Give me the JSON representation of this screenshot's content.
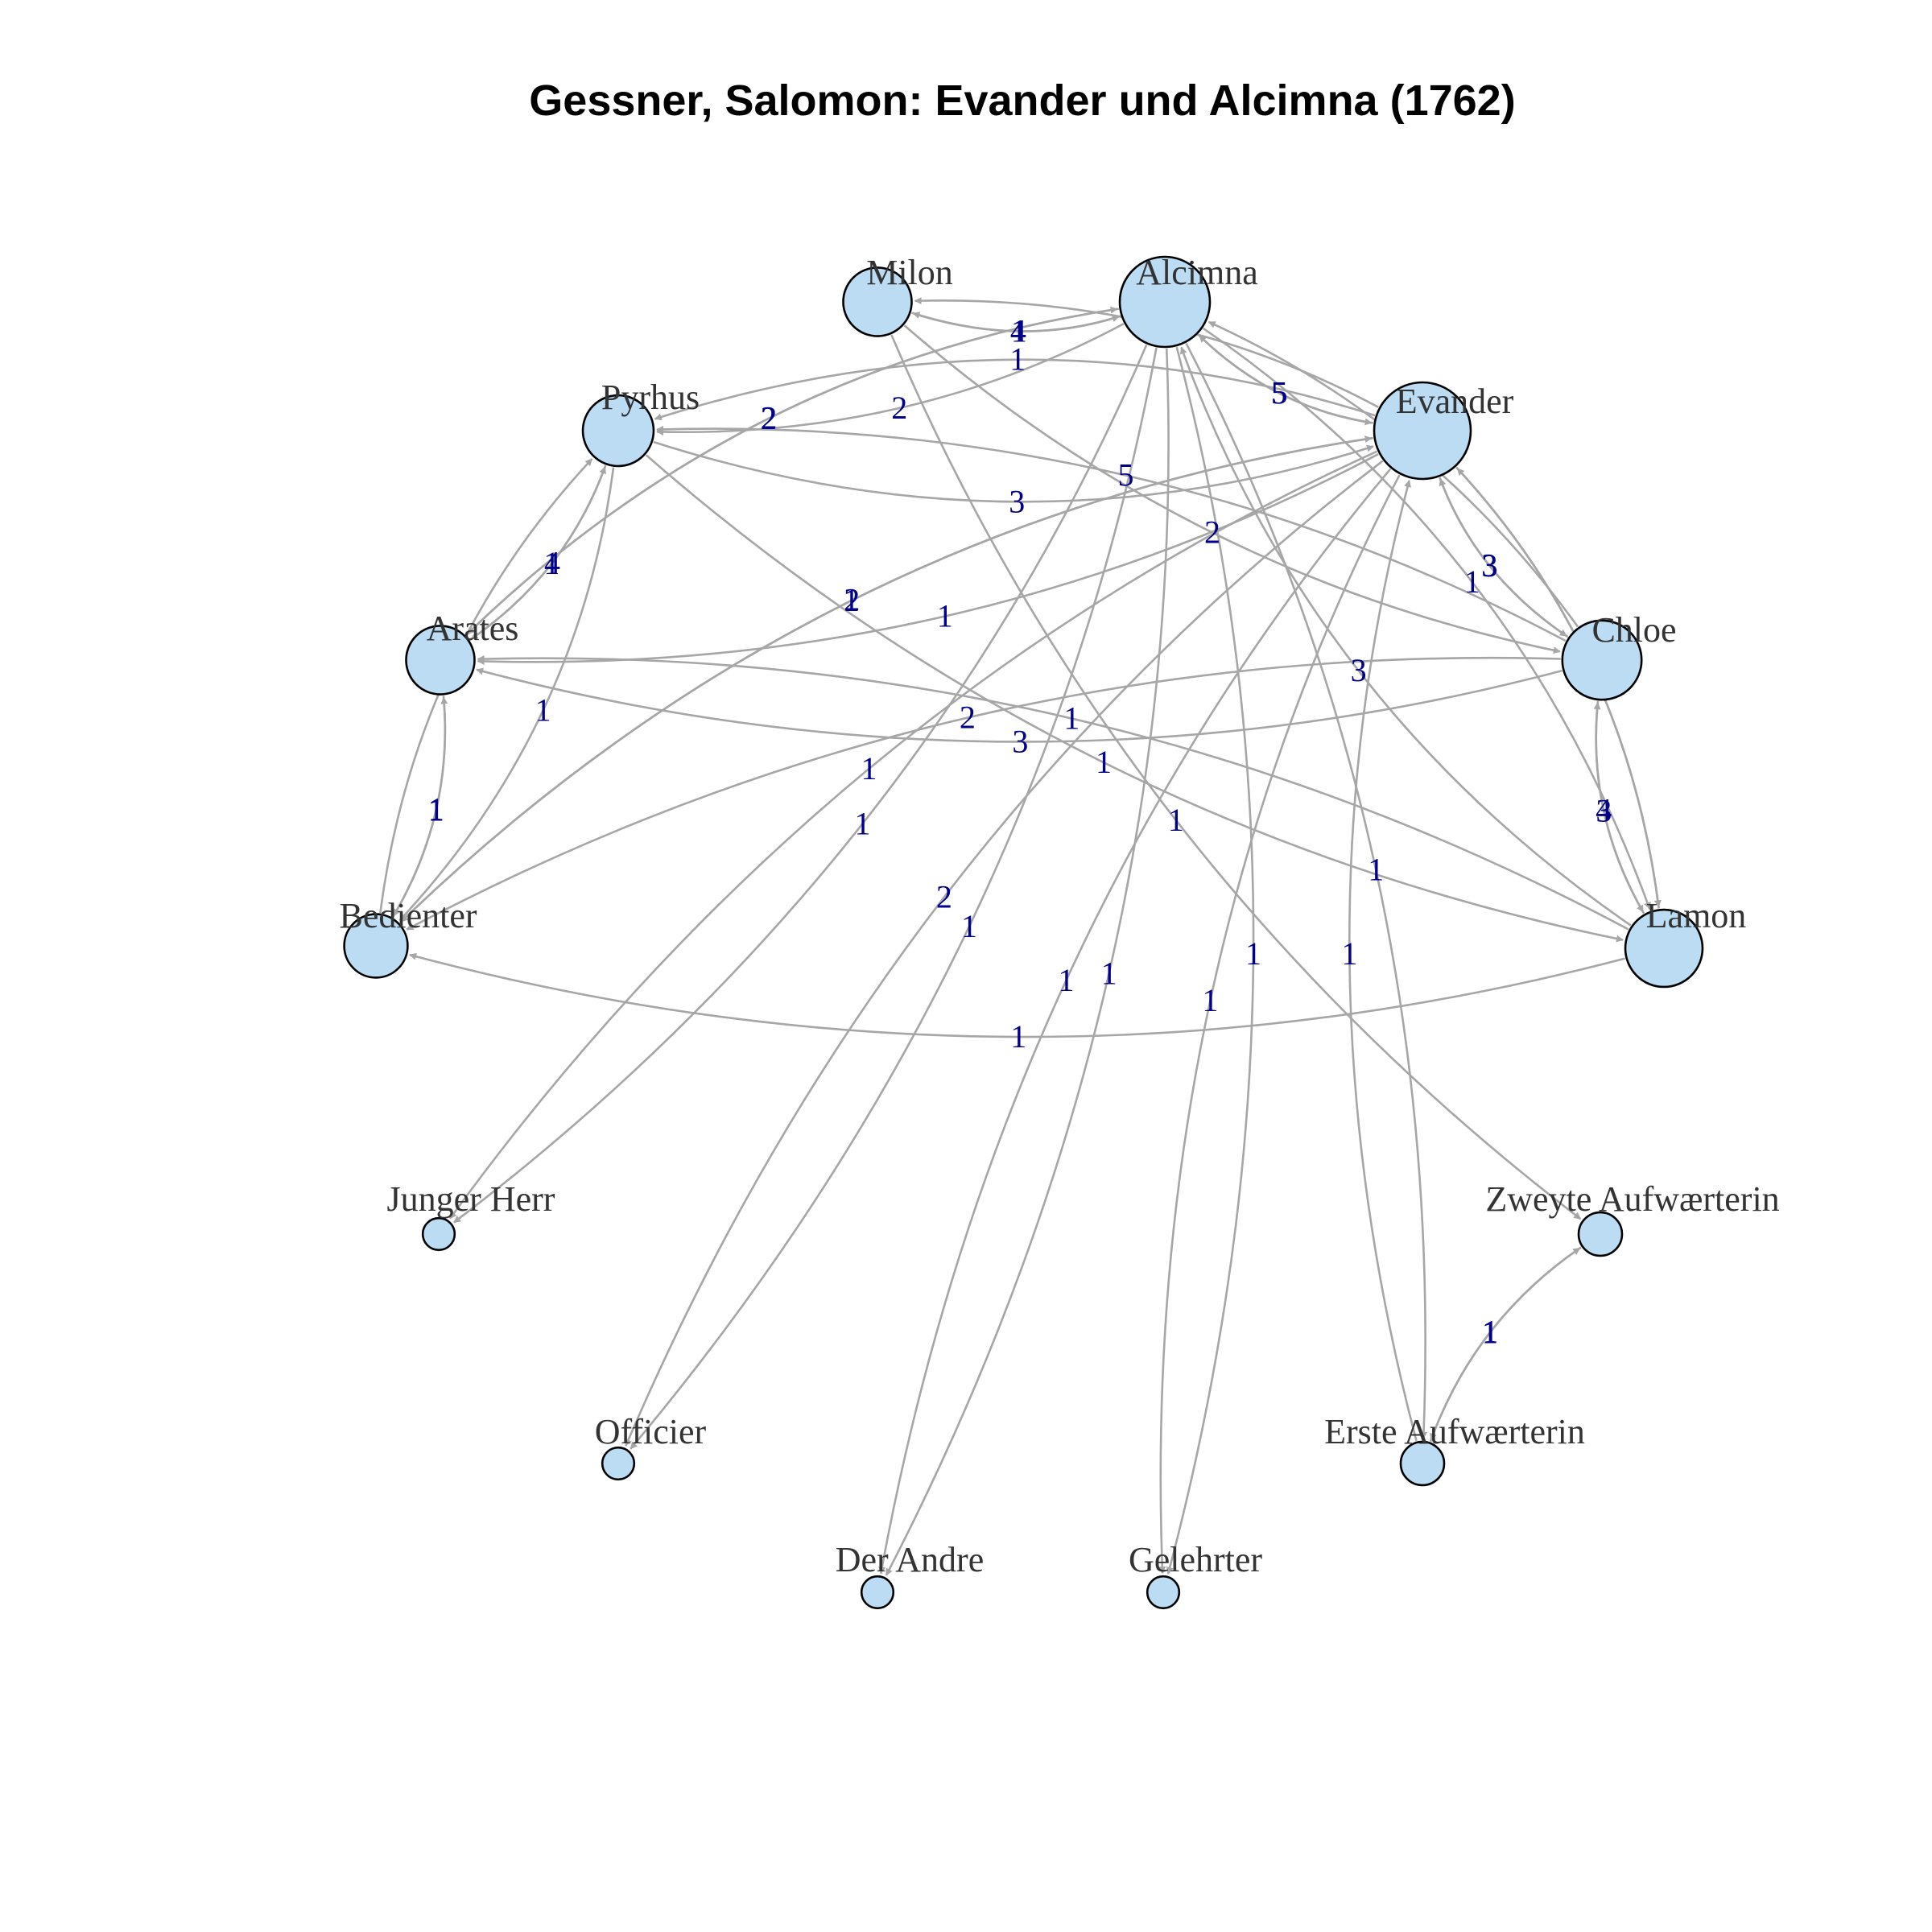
{
  "title": "Gessner, Salomon: Evander und Alcimna (1762)",
  "colors": {
    "node_fill": "#bcdcf4",
    "node_stroke": "#000000",
    "edge": "#a6a6a6",
    "edge_label": "#00008b",
    "node_label": "#333333",
    "title": "#000000"
  },
  "nodes": [
    {
      "id": "Milon",
      "label": "Milon",
      "degree": 11
    },
    {
      "id": "Alcimna",
      "label": "Alcimna",
      "degree": 22
    },
    {
      "id": "Evander",
      "label": "Evander",
      "degree": 26
    },
    {
      "id": "Pyrhus",
      "label": "Pyrhus",
      "degree": 12
    },
    {
      "id": "Arates",
      "label": "Arates",
      "degree": 11
    },
    {
      "id": "Chloe",
      "label": "Chloe",
      "degree": 16
    },
    {
      "id": "Bedienter",
      "label": "Bedienter",
      "degree": 9
    },
    {
      "id": "Lamon",
      "label": "Lamon",
      "degree": 15
    },
    {
      "id": "JungerHerr",
      "label": "Junger Herr",
      "degree": 1
    },
    {
      "id": "ZweyteAufwaerterin",
      "label": "Zweyte Aufwærterin",
      "degree": 3
    },
    {
      "id": "Officier",
      "label": "Officier",
      "degree": 1
    },
    {
      "id": "ErsteAufwaerterin",
      "label": "Erste Aufwærterin",
      "degree": 3
    },
    {
      "id": "DerAndre",
      "label": "Der Andre",
      "degree": 1
    },
    {
      "id": "Gelehrter",
      "label": "Gelehrter",
      "degree": 1
    }
  ],
  "edges": [
    {
      "from": "Milon",
      "to": "Alcimna",
      "weight": "4"
    },
    {
      "from": "Alcimna",
      "to": "Milon",
      "weight": "1"
    },
    {
      "from": "Evander",
      "to": "Milon",
      "weight": "4"
    },
    {
      "from": "Alcimna",
      "to": "Pyrhus",
      "weight": "2"
    },
    {
      "from": "Alcimna",
      "to": "Evander",
      "weight": "5"
    },
    {
      "from": "Evander",
      "to": "Alcimna",
      "weight": "5"
    },
    {
      "from": "Chloe",
      "to": "Alcimna",
      "weight": "5"
    },
    {
      "from": "Lamon",
      "to": "Alcimna",
      "weight": "3"
    },
    {
      "from": "Pyrhus",
      "to": "Evander",
      "weight": "3"
    },
    {
      "from": "Arates",
      "to": "Alcimna",
      "weight": "2"
    },
    {
      "from": "Evander",
      "to": "Pyrhus",
      "weight": "1"
    },
    {
      "from": "Pyrhus",
      "to": "Arates",
      "weight": "4"
    },
    {
      "from": "Arates",
      "to": "Pyrhus",
      "weight": "1"
    },
    {
      "from": "Bedienter",
      "to": "Pyrhus",
      "weight": "4"
    },
    {
      "from": "Chloe",
      "to": "Pyrhus",
      "weight": "5"
    },
    {
      "from": "Evander",
      "to": "Arates",
      "weight": "1"
    },
    {
      "from": "Milon",
      "to": "Chloe",
      "weight": "2"
    },
    {
      "from": "Alcimna",
      "to": "Lamon",
      "weight": "1"
    },
    {
      "from": "Evander",
      "to": "Chloe",
      "weight": "3"
    },
    {
      "from": "Chloe",
      "to": "Evander",
      "weight": "3"
    },
    {
      "from": "Lamon",
      "to": "Evander",
      "weight": "2"
    },
    {
      "from": "Evander",
      "to": "Lamon",
      "weight": "5"
    },
    {
      "from": "Alcimna",
      "to": "Arates",
      "weight": "2"
    },
    {
      "from": "Chloe",
      "to": "Arates",
      "weight": "3"
    },
    {
      "from": "Evander",
      "to": "Bedienter",
      "weight": "2"
    },
    {
      "from": "Arates",
      "to": "Bedienter",
      "weight": "1"
    },
    {
      "from": "Bedienter",
      "to": "Arates",
      "weight": "1"
    },
    {
      "from": "Pyrhus",
      "to": "Bedienter",
      "weight": "1"
    },
    {
      "from": "Lamon",
      "to": "Arates",
      "weight": "1"
    },
    {
      "from": "Bedienter",
      "to": "Evander",
      "weight": "1"
    },
    {
      "from": "Chloe",
      "to": "Lamon",
      "weight": "4"
    },
    {
      "from": "Lamon",
      "to": "Chloe",
      "weight": "3"
    },
    {
      "from": "Chloe",
      "to": "Bedienter",
      "weight": "2"
    },
    {
      "from": "Lamon",
      "to": "Bedienter",
      "weight": "1"
    },
    {
      "from": "Pyrhus",
      "to": "Lamon",
      "weight": "1"
    },
    {
      "from": "Alcimna",
      "to": "JungerHerr",
      "weight": "1"
    },
    {
      "from": "Evander",
      "to": "JungerHerr",
      "weight": "1"
    },
    {
      "from": "Alcimna",
      "to": "Officier",
      "weight": "1"
    },
    {
      "from": "Evander",
      "to": "DerAndre",
      "weight": "1"
    },
    {
      "from": "Alcimna",
      "to": "Gelehrter",
      "weight": "1"
    },
    {
      "from": "Evander",
      "to": "Gelehrter",
      "weight": "1"
    },
    {
      "from": "ErsteAufwaerterin",
      "to": "Evander",
      "weight": "1"
    },
    {
      "from": "ZweyteAufwaerterin",
      "to": "ErsteAufwaerterin",
      "weight": "1"
    },
    {
      "from": "ErsteAufwaerterin",
      "to": "ZweyteAufwaerterin",
      "weight": "1"
    },
    {
      "from": "Milon",
      "to": "ZweyteAufwaerterin",
      "weight": "1"
    },
    {
      "from": "Alcimna",
      "to": "ErsteAufwaerterin",
      "weight": "1"
    },
    {
      "from": "Evander",
      "to": "Officier",
      "weight": "2"
    },
    {
      "from": "Alcimna",
      "to": "DerAndre",
      "weight": "1"
    }
  ]
}
